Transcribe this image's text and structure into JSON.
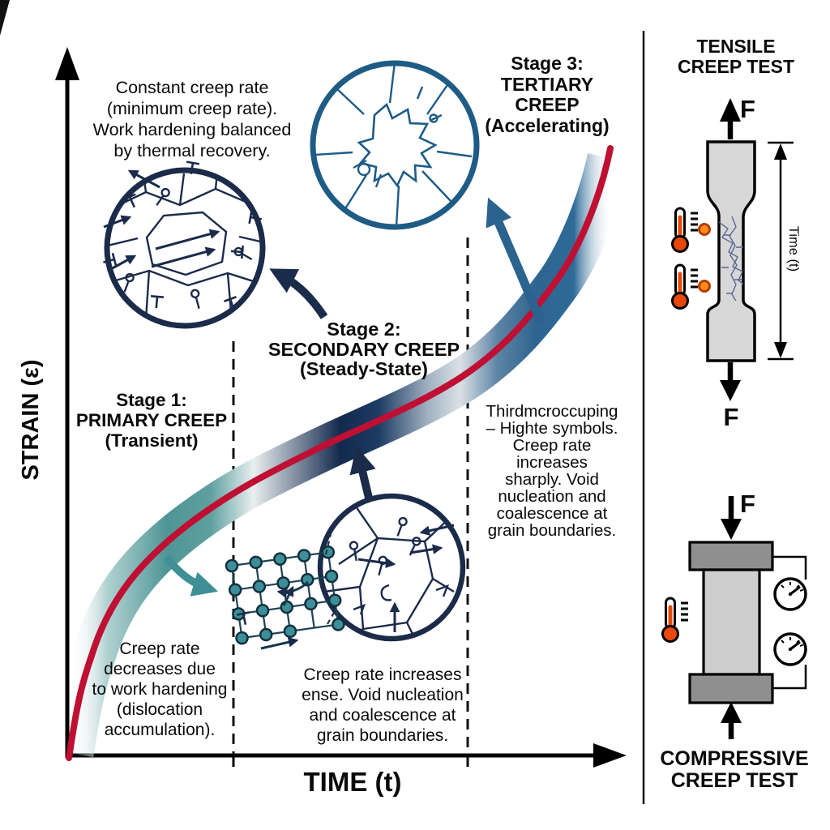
{
  "axes": {
    "y_label": "STRAIN (ε)",
    "x_label": "TIME (t)"
  },
  "stages": {
    "stage1_lines": [
      "Stage 1:",
      "PRIMARY CREEP",
      "(Transient)"
    ],
    "stage2_lines": [
      "Stage 2:",
      "SECONDARY CREEP",
      "(Steady-State)"
    ],
    "stage3_lines": [
      "Stage 3:",
      "TERTIARY",
      "CREEP",
      "(Accelerating)"
    ]
  },
  "annotations": {
    "constant_rate_lines": [
      "Constant creep rate",
      "(minimum creep rate).",
      "Work hardening balanced",
      "by thermal recovery."
    ],
    "primary_note_lines": [
      "Creep rate",
      "decreases due",
      "to work hardening",
      "(dislocation",
      "accumulation)."
    ],
    "secondary_note_lines": [
      "Creep rate increases",
      "ense. Void nucleation",
      "and coalescence at",
      "grain boundaries."
    ],
    "tertiary_note_lines": [
      "Thirdmcroccuping",
      "– Highte symbols.",
      "Creep rate",
      "increases",
      "sharply. Void",
      "nucleation and",
      "coalescence at",
      "grain boundaries."
    ]
  },
  "side_panel": {
    "tensile_title_lines": [
      "TENSILE",
      "CREEP TEST"
    ],
    "compressive_title_lines": [
      "COMPRESSIVE",
      "CREEP TEST"
    ],
    "tensile_force_top": "F",
    "tensile_force_bottom": "F",
    "compressive_force": "F",
    "time_dimension_label": "Time (t)"
  },
  "icons": [
    "thermometer-icon",
    "heat-dot-icon",
    "dial-gauge-icon",
    "force-arrow-icon",
    "dimension-arrow-icon"
  ],
  "colors": {
    "curve_red": "#bf0f33",
    "band_teal": "#4e9595",
    "band_navy": "#13294d",
    "band_steel_blue": "#2e6590",
    "outline_navy": "#1b2b4a",
    "crack_blue": "#1e5c86",
    "thermometer_orange": "#e8480c",
    "heat_dot_orange": "#ff8c1a",
    "specimen_gray": "#d7d7d7",
    "platen_gray": "#8f8f8f"
  }
}
